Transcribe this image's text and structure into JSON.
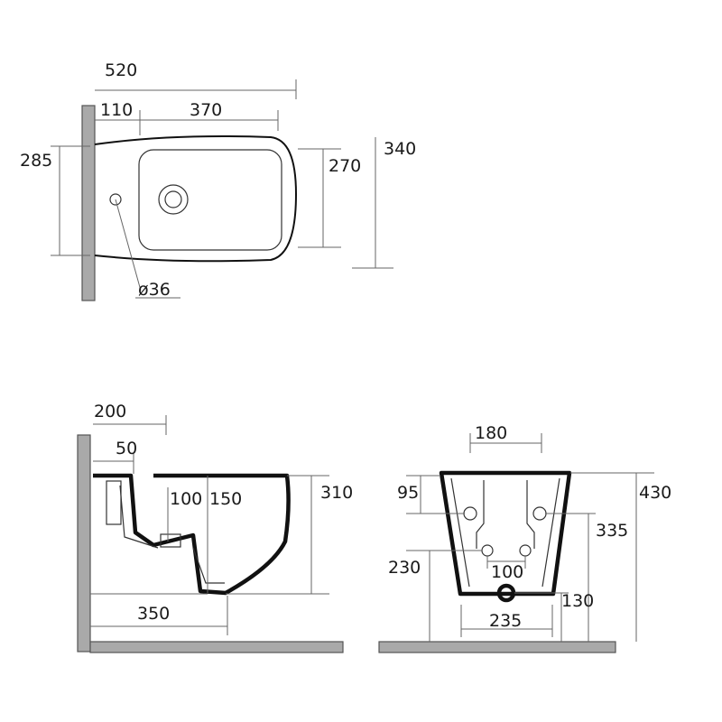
{
  "top_view": {
    "overall_length": "520",
    "wall_offset": "110",
    "bowl_length": "370",
    "fixing_spacing": "285",
    "bowl_width": "270",
    "overall_width": "340",
    "tap_hole": "ø36"
  },
  "side_view": {
    "projection": "200",
    "inlet_offset": "50",
    "dim_a": "100",
    "dim_b": "150",
    "height": "310",
    "depth": "350"
  },
  "front_view": {
    "top_width": "180",
    "upper_offset": "95",
    "total_height": "430",
    "mid_height": "335",
    "lower_height": "230",
    "inlet_spacing": "100",
    "waste_height": "130",
    "base_width": "235"
  }
}
